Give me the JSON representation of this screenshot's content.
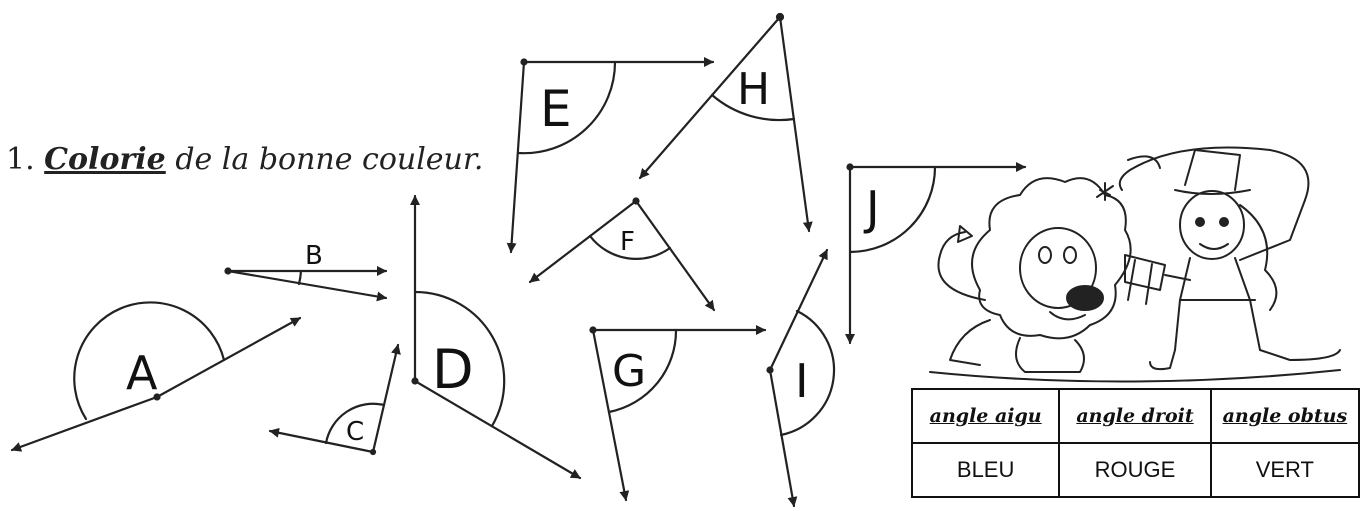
{
  "instruction": {
    "number": "1.",
    "verb": "Colorie",
    "rest": "de la bonne couleur."
  },
  "angle_labels": {
    "A": "A",
    "B": "B",
    "C": "C",
    "D": "D",
    "E": "E",
    "F": "F",
    "G": "G",
    "H": "H",
    "I": "I",
    "J": "J"
  },
  "legend": {
    "headers": [
      "angle aigu",
      "angle droit",
      "angle obtus"
    ],
    "colors": [
      "BLEU",
      "ROUGE",
      "VERT"
    ]
  }
}
